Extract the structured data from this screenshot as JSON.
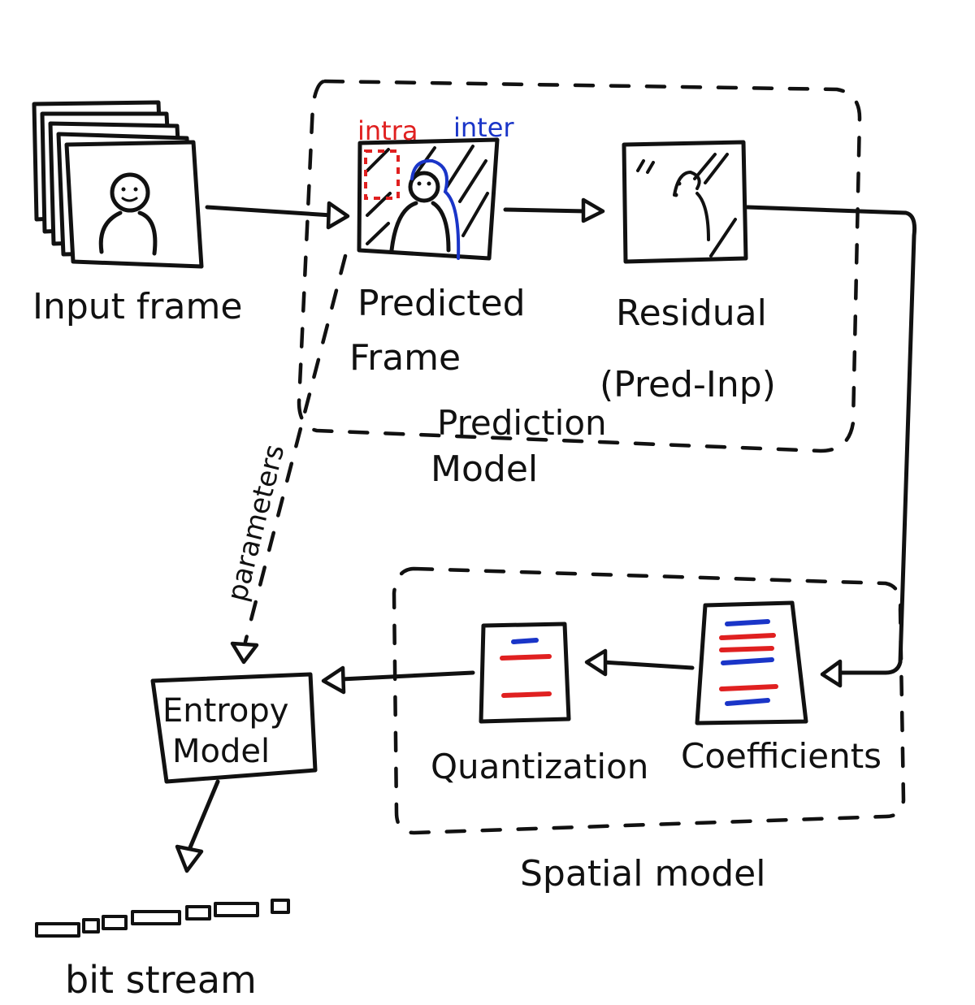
{
  "labels": {
    "input_frame": "Input frame",
    "predicted_line1": "Predicted",
    "predicted_line2": "Frame",
    "residual_line1": "Residual",
    "residual_line2": "(Pred-Inp)",
    "prediction_model_line1": "Prediction",
    "prediction_model_line2": "Model",
    "intra": "intra",
    "inter": "inter",
    "parameters": "parameters",
    "entropy_line1": "Entropy",
    "entropy_line2": "Model",
    "quantization": "Quantization",
    "coefficients": "Coefficients",
    "spatial_model": "Spatial model",
    "bit_stream": "bit stream"
  },
  "colors": {
    "ink": "#111111",
    "intra": "#e02020",
    "inter": "#1a35c8"
  }
}
